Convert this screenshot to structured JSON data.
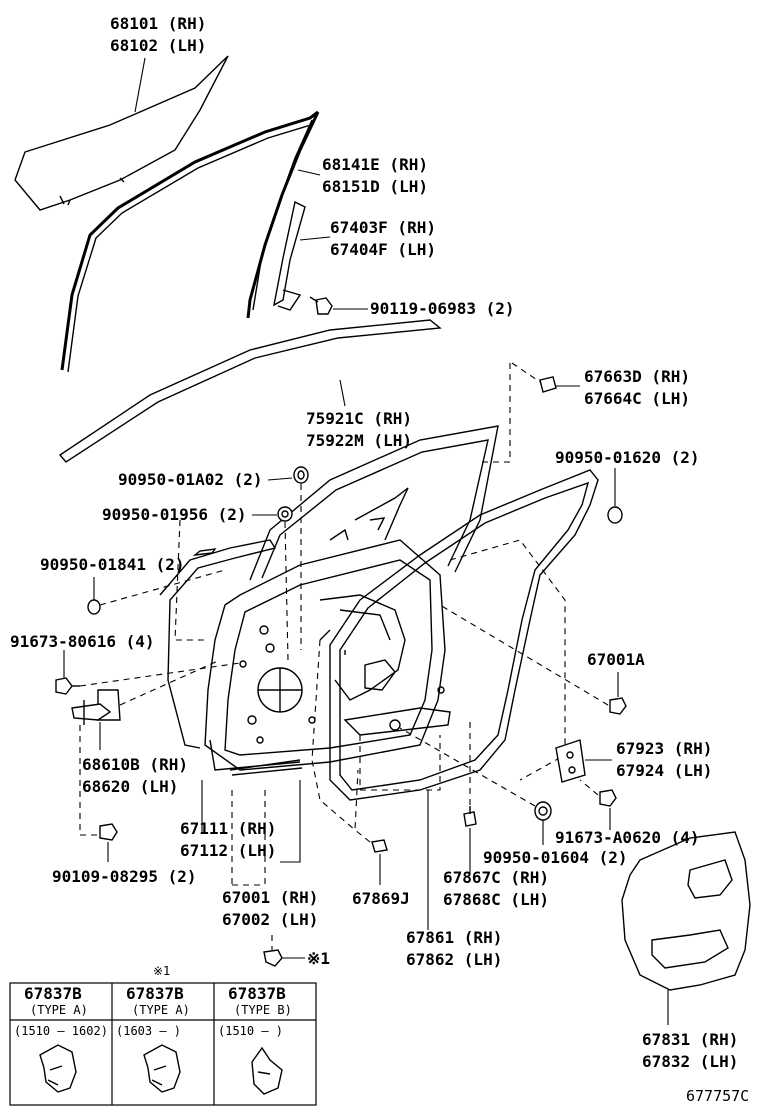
{
  "labels": {
    "p68101": "68101 (RH)",
    "p68102": "68102 (LH)",
    "p68141E": "68141E (RH)",
    "p68151D": "68151D (LH)",
    "p67403F": "67403F (RH)",
    "p67404F": "67404F (LH)",
    "p90119": "90119-06983 (2)",
    "p67663D": "67663D (RH)",
    "p67664C": "67664C (LH)",
    "p75921C": "75921C (RH)",
    "p75922M": "75922M (LH)",
    "p90950_01A02": "90950-01A02 (2)",
    "p90950_01620": "90950-01620 (2)",
    "p90950_01956": "90950-01956 (2)",
    "p90950_01841": "90950-01841 (2)",
    "p91673_80616": "91673-80616 (4)",
    "p67001A": "67001A",
    "p68610B": "68610B (RH)",
    "p68620": "68620 (LH)",
    "p67923": "67923 (RH)",
    "p67924": "67924 (LH)",
    "p67111": "67111 (RH)",
    "p67112": "67112 (LH)",
    "p91673_A0620": "91673-A0620 (4)",
    "p90950_01604": "90950-01604 (2)",
    "p90109": "90109-08295 (2)",
    "p67867C": "67867C (RH)",
    "p67868C": "67868C (LH)",
    "p67001": "67001 (RH)",
    "p67002": "67002 (LH)",
    "p67869J": "67869J",
    "p67861": "67861 (RH)",
    "p67862": "67862 (LH)",
    "p67831": "67831 (RH)",
    "p67832": "67832 (LH)",
    "note_mark": "※1",
    "diagram_id": "677757C"
  },
  "variant_table": {
    "header_mark": "※1",
    "columns": [
      {
        "part": "67837B",
        "type": "(TYPE A)",
        "range": "(1510 — 1602)"
      },
      {
        "part": "67837B",
        "type": "(TYPE A)",
        "range": "(1603 —        )"
      },
      {
        "part": "67837B",
        "type": "(TYPE B)",
        "range": "(1510 —        )"
      }
    ]
  }
}
